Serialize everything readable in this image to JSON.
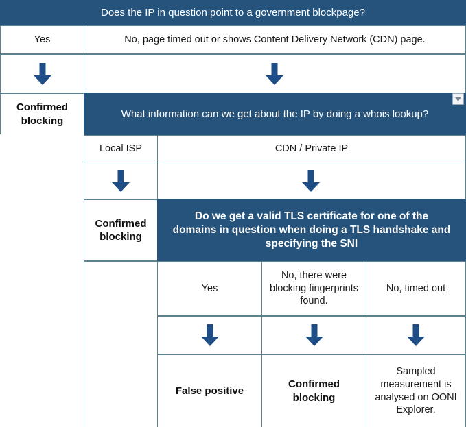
{
  "chart_data": {
    "type": "table",
    "title": "Does the IP in question point to a government blockpage?",
    "description": "OONI decision flowchart for determining whether an IP address indicates confirmed blocking."
  },
  "theme": {
    "band_blue": "#26537c",
    "arrow_blue": "#1f4e87",
    "border_gray": "#5d808f",
    "text_dark": "#1a1a1a",
    "text_light": "#ffffff"
  },
  "level1": {
    "question": "Does the IP in question point to a government blockpage?",
    "answer_yes": "Yes",
    "answer_no": "No, page timed out or shows Content Delivery Network (CDN) page.",
    "outcome_yes": "Confirmed blocking",
    "arrow_left": "down-arrow-icon",
    "arrow_right": "down-arrow-icon"
  },
  "level2": {
    "question": "What information can we get about the IP by doing a whois lookup?",
    "answer_left": "Local ISP",
    "answer_right": "CDN / Private IP",
    "outcome_left": "Confirmed blocking",
    "arrow_left": "down-arrow-icon",
    "arrow_right": "down-arrow-icon"
  },
  "level3": {
    "question": "Do we get a valid TLS certificate for one of the domains in question when doing a TLS handshake and specifying the SNI",
    "answers": [
      "Yes",
      "No, there were blocking fingerprints found.",
      "No, timed out"
    ],
    "arrows": [
      "down-arrow-icon",
      "down-arrow-icon",
      "down-arrow-icon"
    ],
    "outcomes": [
      "False positive",
      "Confirmed blocking",
      "Sampled measurement is analysed on OONI Explorer."
    ]
  },
  "widgets": {
    "dropdown_icon": "chevron-down-icon"
  }
}
